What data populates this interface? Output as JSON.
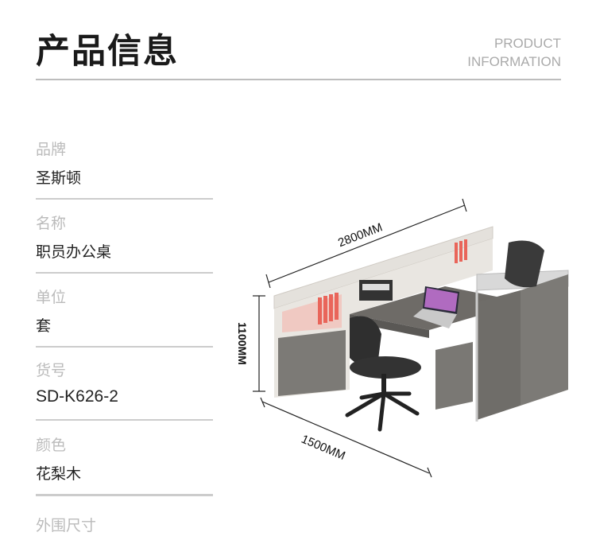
{
  "header": {
    "title": "产品信息",
    "en_line1": "PRODUCT",
    "en_line2": "INFORMATION"
  },
  "specs": [
    {
      "label": "品牌",
      "value": "圣斯顿"
    },
    {
      "label": "名称",
      "value": "职员办公桌"
    },
    {
      "label": "单位",
      "value": "套"
    },
    {
      "label": "货号",
      "value": "SD-K626-2"
    },
    {
      "label": "颜色",
      "value": "花梨木"
    },
    {
      "label": "外围尺寸"
    }
  ],
  "dimensions": {
    "width": "2800MM",
    "height": "1100MM",
    "depth": "1500MM"
  },
  "colors": {
    "cabinet": "#e4e1dc",
    "wood": "#7c7a76",
    "desk_top": "#6e6b67"
  }
}
